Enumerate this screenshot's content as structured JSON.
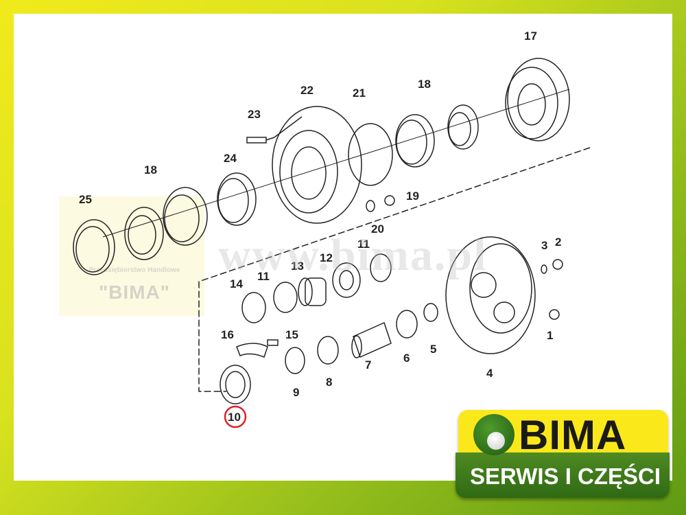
{
  "diagram": {
    "part_labels": [
      "17",
      "22",
      "21",
      "18",
      "23",
      "24",
      "18",
      "25",
      "19",
      "20",
      "11",
      "3",
      "2",
      "13",
      "12",
      "11",
      "14",
      "1",
      "16",
      "15",
      "5",
      "6",
      "7",
      "4",
      "8",
      "9",
      "10"
    ],
    "highlighted_part": "10",
    "highlight_color": "#e0202a"
  },
  "watermark": {
    "company_line": "Przedsiębiorstwo Handlowe",
    "company_name": "\"BIMA\"",
    "url": "www.bima.pl"
  },
  "logo": {
    "name": "BIMA",
    "tagline": "SERWIS I CZĘŚCI",
    "yellow": "#fbe81a",
    "green": "#3d7a1a"
  }
}
